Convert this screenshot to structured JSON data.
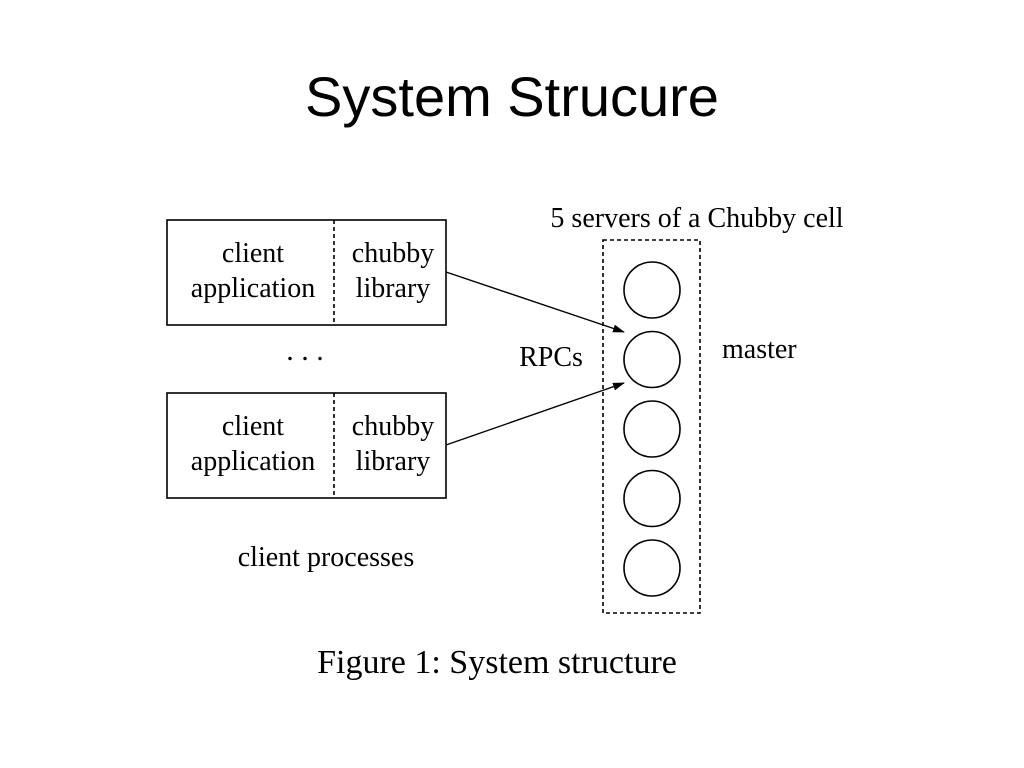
{
  "slide": {
    "title": "System Strucure"
  },
  "diagram": {
    "client_processes": [
      {
        "application_lines": [
          "client",
          "application"
        ],
        "library_lines": [
          "chubby",
          "library"
        ]
      },
      {
        "application_lines": [
          "client",
          "application"
        ],
        "library_lines": [
          "chubby",
          "library"
        ]
      }
    ],
    "ellipsis": ". . .",
    "client_processes_label": "client processes",
    "rpc_label": "RPCs",
    "cell_label": "5 servers of a Chubby cell",
    "master_label": "master",
    "server_count": 5,
    "caption": "Figure 1: System structure"
  }
}
